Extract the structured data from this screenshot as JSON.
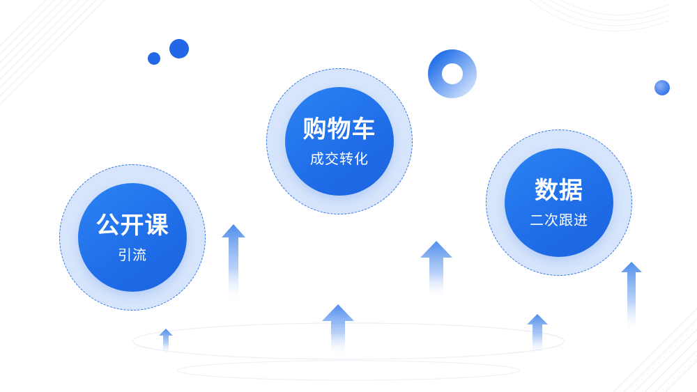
{
  "nodes": [
    {
      "title": "公开课",
      "subtitle": "引流"
    },
    {
      "title": "购物车",
      "subtitle": "成交转化"
    },
    {
      "title": "数据",
      "subtitle": "二次跟进"
    }
  ],
  "colors": {
    "primary": "#1f6de8",
    "halo": "#d6e5fb",
    "dash": "#2f74e6",
    "arrow": "#5b93ee"
  },
  "decorations": {
    "arrow_icon": "up-arrow",
    "ring_icon": "ring",
    "dot_icon": "dot"
  }
}
